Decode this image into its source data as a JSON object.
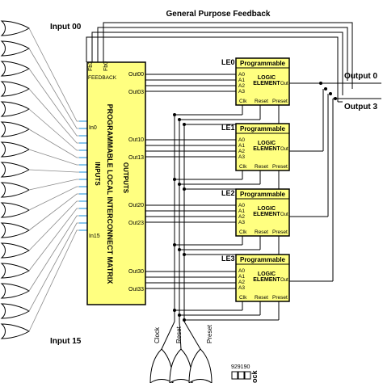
{
  "feedback_title": "General Purpose Feedback",
  "input_top_label": "Input 00",
  "input_bottom_label": "Input 15",
  "output_0_label": "Output 0",
  "output_3_label": "Output 3",
  "matrix": {
    "title": "PROGRAMMABLE LOCAL INTERCONNECT MATRIX",
    "inputs_label": "INPUTS",
    "outputs_label": "OUTPUTS",
    "feedback_label": "FEEDBACK",
    "fb_labels": [
      "Fb3",
      "Fb0"
    ],
    "in_labels": [
      "In0",
      "In15"
    ],
    "out_labels": [
      "Out00",
      "Out03",
      "Out10",
      "Out13",
      "Out20",
      "Out23",
      "Out30",
      "Out33"
    ]
  },
  "logic_elements": [
    {
      "tag": "LE0",
      "header": "Programmable",
      "line1": "LOGIC",
      "line2": "ELEMENT"
    },
    {
      "tag": "LE1",
      "header": "Programmable",
      "line1": "LOGIC",
      "line2": "ELEMENT"
    },
    {
      "tag": "LE2",
      "header": "Programmable",
      "line1": "LOGIC",
      "line2": "ELEMENT"
    },
    {
      "tag": "LE3",
      "header": "Programmable",
      "line1": "LOGIC",
      "line2": "ELEMENT"
    }
  ],
  "le_pins": {
    "inputs": [
      "A0",
      "A1",
      "A2",
      "A3"
    ],
    "output": "Out",
    "bottom": [
      "Clk",
      "Reset",
      "Preset"
    ]
  },
  "control_labels": [
    "Clock",
    "Reset",
    "Preset"
  ],
  "footer_code": "929190",
  "footer_fragment": "ock"
}
